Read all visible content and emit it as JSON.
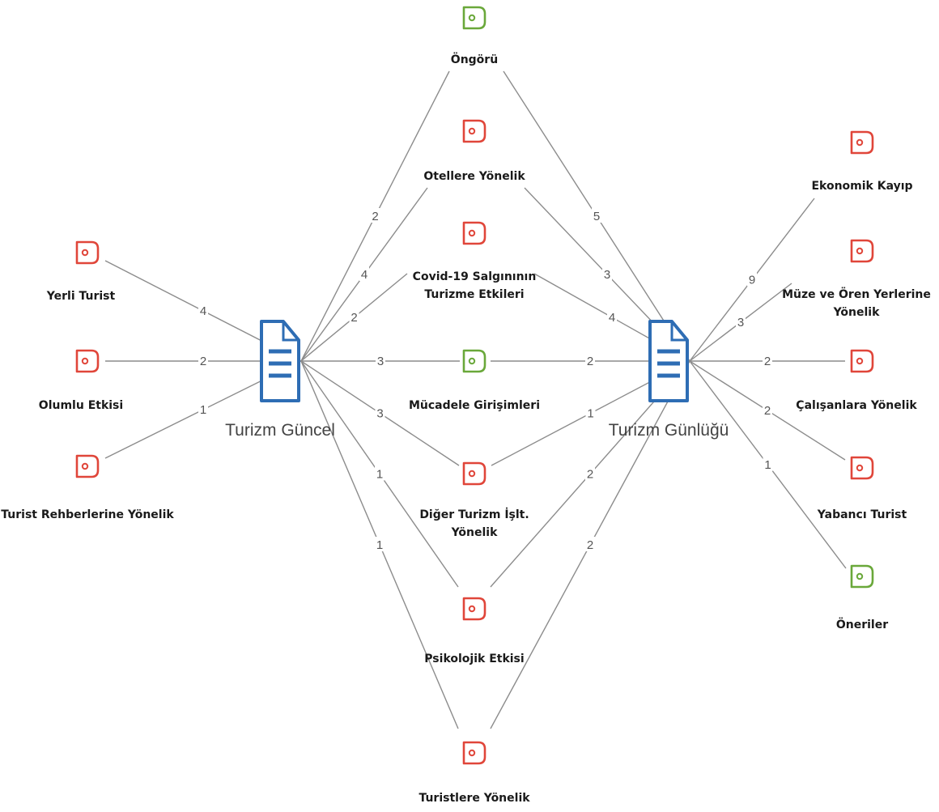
{
  "documents": [
    {
      "id": "guncel",
      "label": "Turizm Güncel",
      "color": "#2e6db4",
      "icon": "document-icon"
    },
    {
      "id": "gunlugu",
      "label": "Turizm Günlüğü",
      "color": "#2e6db4",
      "icon": "document-icon"
    }
  ],
  "codes": [
    {
      "id": "ongoru",
      "lines": [
        "Öngörü"
      ],
      "color": "#6aa83a"
    },
    {
      "id": "oteller",
      "lines": [
        "Otellere Yönelik"
      ],
      "color": "#e0463a"
    },
    {
      "id": "covid",
      "lines": [
        "Covid-19 Salgınının",
        "Turizme Etkileri"
      ],
      "color": "#e0463a"
    },
    {
      "id": "mucadele",
      "lines": [
        "Mücadele Girişimleri"
      ],
      "color": "#6aa83a"
    },
    {
      "id": "diger",
      "lines": [
        "Diğer Turizm İşlt.",
        "Yönelik"
      ],
      "color": "#e0463a"
    },
    {
      "id": "psikolojik",
      "lines": [
        "Psikolojik Etkisi"
      ],
      "color": "#e0463a"
    },
    {
      "id": "turistlere",
      "lines": [
        "Turistlere Yönelik"
      ],
      "color": "#e0463a"
    },
    {
      "id": "yerli",
      "lines": [
        "Yerli Turist"
      ],
      "color": "#e0463a"
    },
    {
      "id": "olumlu",
      "lines": [
        "Olumlu Etkisi"
      ],
      "color": "#e0463a"
    },
    {
      "id": "rehber",
      "lines": [
        "Turist Rehberlerine Yönelik"
      ],
      "color": "#e0463a"
    },
    {
      "id": "ekonomik",
      "lines": [
        "Ekonomik Kayıp"
      ],
      "color": "#e0463a"
    },
    {
      "id": "muze",
      "lines": [
        "Müze ve Ören Yerlerine",
        "Yönelik"
      ],
      "color": "#e0463a"
    },
    {
      "id": "calisan",
      "lines": [
        "Çalışanlara Yönelik"
      ],
      "color": "#e0463a"
    },
    {
      "id": "yabanci",
      "lines": [
        "Yabancı Turist"
      ],
      "color": "#e0463a"
    },
    {
      "id": "oneriler",
      "lines": [
        "Öneriler"
      ],
      "color": "#6aa83a"
    }
  ],
  "edges": [
    {
      "from": "guncel",
      "to": "ongoru",
      "weight": "2"
    },
    {
      "from": "guncel",
      "to": "oteller",
      "weight": "4"
    },
    {
      "from": "guncel",
      "to": "covid",
      "weight": "2"
    },
    {
      "from": "guncel",
      "to": "mucadele",
      "weight": "3"
    },
    {
      "from": "guncel",
      "to": "diger",
      "weight": "3"
    },
    {
      "from": "guncel",
      "to": "psikolojik",
      "weight": "1"
    },
    {
      "from": "guncel",
      "to": "turistlere",
      "weight": "1"
    },
    {
      "from": "guncel",
      "to": "yerli",
      "weight": "4"
    },
    {
      "from": "guncel",
      "to": "olumlu",
      "weight": "2"
    },
    {
      "from": "guncel",
      "to": "rehber",
      "weight": "1"
    },
    {
      "from": "gunlugu",
      "to": "ongoru",
      "weight": "5"
    },
    {
      "from": "gunlugu",
      "to": "oteller",
      "weight": "3"
    },
    {
      "from": "gunlugu",
      "to": "covid",
      "weight": "4"
    },
    {
      "from": "gunlugu",
      "to": "mucadele",
      "weight": "2"
    },
    {
      "from": "gunlugu",
      "to": "diger",
      "weight": "1"
    },
    {
      "from": "gunlugu",
      "to": "psikolojik",
      "weight": "2"
    },
    {
      "from": "gunlugu",
      "to": "turistlere",
      "weight": "2"
    },
    {
      "from": "gunlugu",
      "to": "ekonomik",
      "weight": "9"
    },
    {
      "from": "gunlugu",
      "to": "muze",
      "weight": "3"
    },
    {
      "from": "gunlugu",
      "to": "calisan",
      "weight": "2"
    },
    {
      "from": "gunlugu",
      "to": "yabanci",
      "weight": "2"
    },
    {
      "from": "gunlugu",
      "to": "oneriler",
      "weight": "1"
    }
  ]
}
